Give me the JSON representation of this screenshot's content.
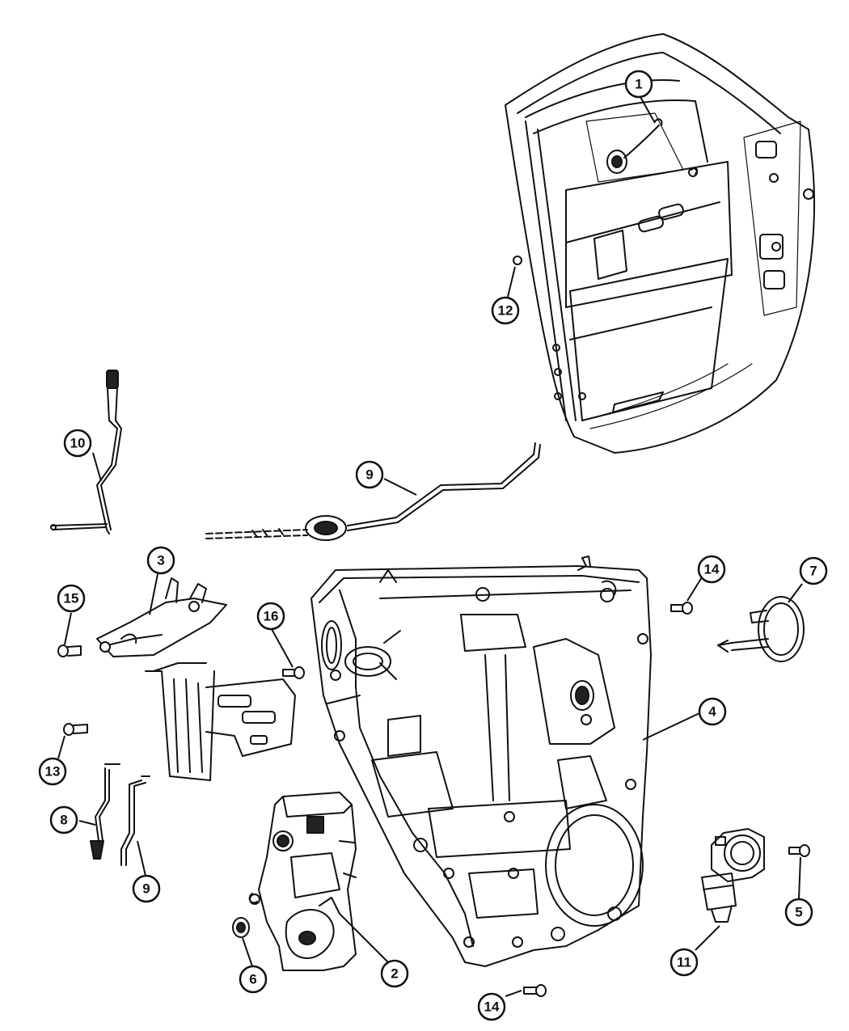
{
  "callouts": [
    {
      "id": "c1",
      "label": "1"
    },
    {
      "id": "c2",
      "label": "2"
    },
    {
      "id": "c3",
      "label": "3"
    },
    {
      "id": "c4",
      "label": "4"
    },
    {
      "id": "c5",
      "label": "5"
    },
    {
      "id": "c6",
      "label": "6"
    },
    {
      "id": "c7",
      "label": "7"
    },
    {
      "id": "c8",
      "label": "8"
    },
    {
      "id": "c9a",
      "label": "9"
    },
    {
      "id": "c9b",
      "label": "9"
    },
    {
      "id": "c10",
      "label": "10"
    },
    {
      "id": "c11",
      "label": "11"
    },
    {
      "id": "c12",
      "label": "12"
    },
    {
      "id": "c13",
      "label": "13"
    },
    {
      "id": "c14a",
      "label": "14"
    },
    {
      "id": "c14b",
      "label": "14"
    },
    {
      "id": "c15",
      "label": "15"
    },
    {
      "id": "c16",
      "label": "16"
    }
  ]
}
